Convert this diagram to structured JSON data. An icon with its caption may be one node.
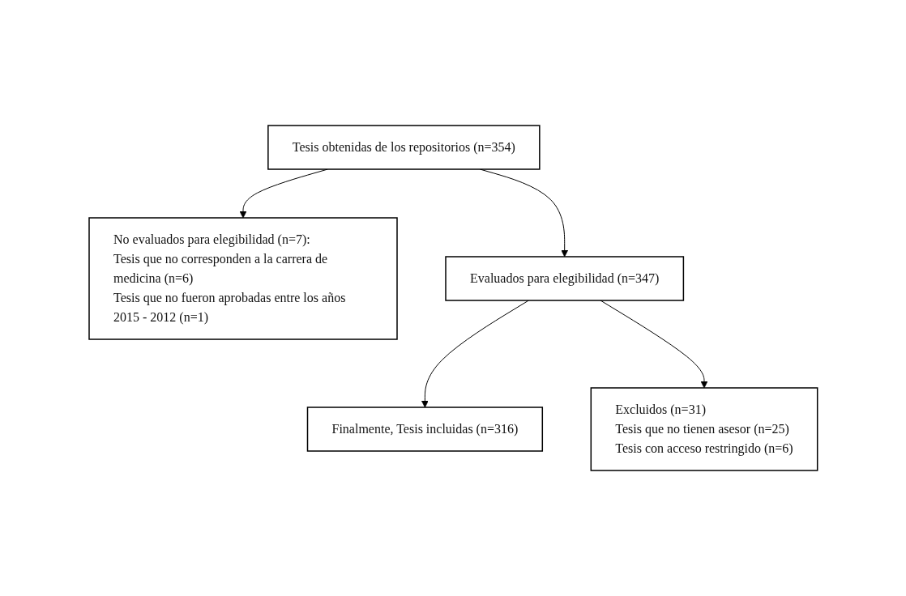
{
  "diagram": {
    "nodes": [
      {
        "text": [
          "Tesis obtenidas de los repositorios (n=354)"
        ]
      },
      {
        "text": [
          "No evaluados para elegibilidad (n=7):",
          "Tesis que no corresponden a la carrera de medicina (n=6)",
          "Tesis que no fueron aprobadas entre los años 2015 - 2012 (n=1)"
        ]
      },
      {
        "text": [
          "Evaluados para elegibilidad (n=347)"
        ]
      },
      {
        "text": [
          "Excluidos (n=31)",
          "Tesis que no tienen asesor (n=25)",
          "Tesis con acceso restringido (n=6)"
        ]
      },
      {
        "text": [
          "Finalmente, Tesis incluidas (n=316)"
        ]
      }
    ],
    "edges": [
      {
        "from": 0,
        "to": 2,
        "arrow": "to"
      },
      {
        "from": 0,
        "to": 1,
        "arrow": "to"
      },
      {
        "from": 2,
        "to": 4,
        "arrow": "to"
      },
      {
        "from": 2,
        "to": 3,
        "arrow": "to"
      }
    ]
  }
}
